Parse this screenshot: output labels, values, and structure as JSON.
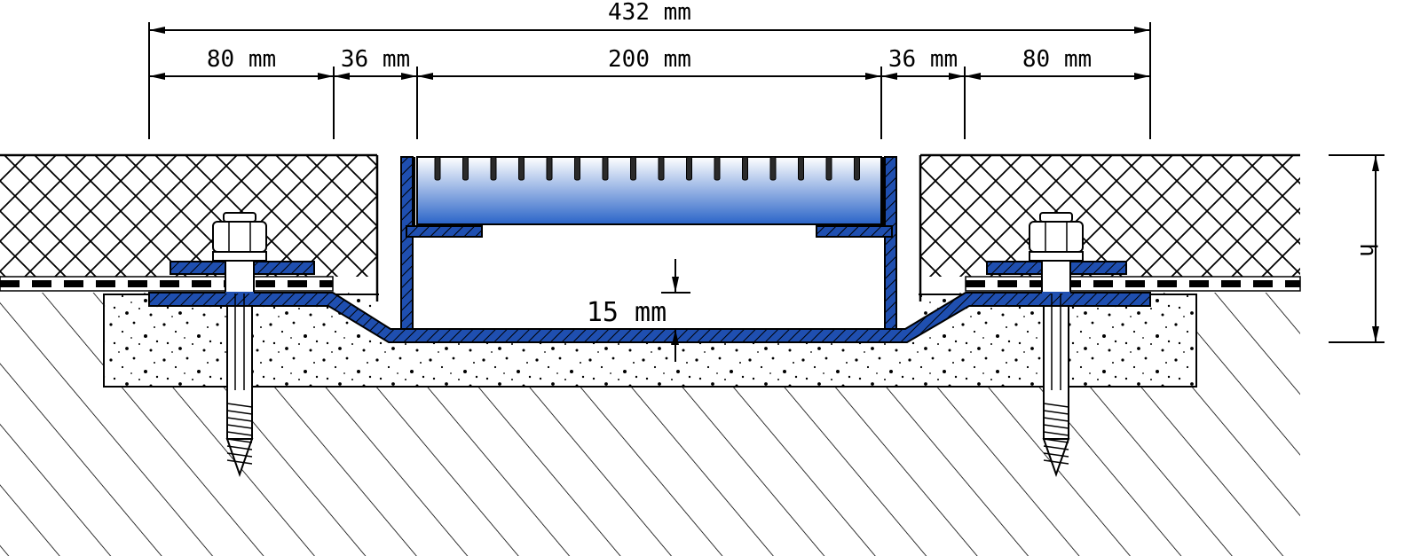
{
  "dimensions": {
    "total": "432 mm",
    "left_flange": "80 mm",
    "left_gap": "36 mm",
    "channel": "200 mm",
    "right_gap": "36 mm",
    "right_flange": "80 mm",
    "depth": "15 mm",
    "height": "h"
  },
  "colors": {
    "steel": "#1f4fb0",
    "grate_top": "#2a64c8",
    "grate_bottom": "#d9e8f8",
    "line": "#000000"
  }
}
